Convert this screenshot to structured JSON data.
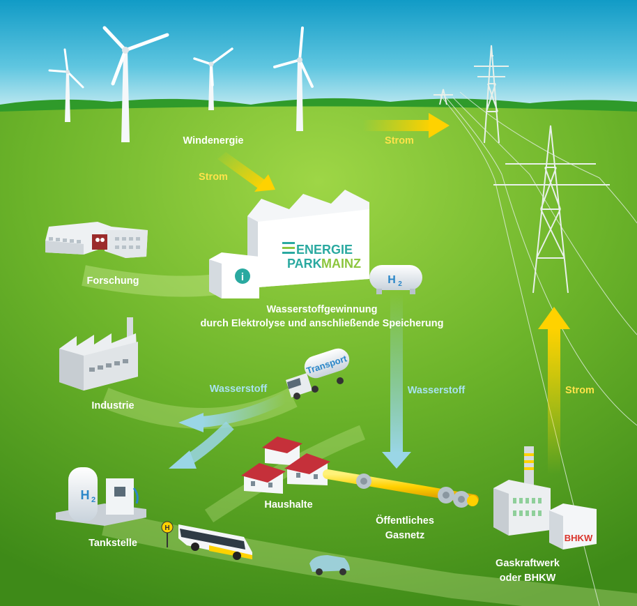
{
  "labels": {
    "windenergie": "Windenergie",
    "forschung": "Forschung",
    "wasserstoff_line1": "Wasserstoffgewinnung",
    "wasserstoff_line2": "durch Elektrolyse und anschließende Speicherung",
    "industrie": "Industrie",
    "tankstelle": "Tankstelle",
    "haushalte": "Haushalte",
    "gasnetz_line1": "Öffentliches",
    "gasnetz_line2": "Gasnetz",
    "kraftwerk_line1": "Gaskraftwerk",
    "kraftwerk_line2": "oder BHKW"
  },
  "flows": {
    "strom_wind": "Strom",
    "strom_grid": "Strom",
    "strom_up": "Strom",
    "wasserstoff_left": "Wasserstoff",
    "wasserstoff_down": "Wasserstoff"
  },
  "logo": {
    "line1": "ENERGIE",
    "line2_a": "PARK",
    "line2_b": "MAINZ"
  },
  "badges": {
    "h2_tank": "H",
    "h2_tank_sub": "2",
    "h2_station": "H",
    "h2_station_sub": "2",
    "info": "i",
    "transport": "Transport",
    "bhkw": "BHKW",
    "bus_stop": "H"
  },
  "colors": {
    "sky_top": "#1aa0c8",
    "grass": "#5aa320",
    "strom_arrow": "#ffd200",
    "wasserstoff_arrow": "#9ad6e6",
    "strom_text": "#ffe34a",
    "wasserstoff_text": "#a8e2f0",
    "logo_teal": "#2aa9a0"
  },
  "icons": [
    "wind-turbine-icon",
    "power-pylon-icon",
    "factory-icon",
    "research-building-icon",
    "hydrogen-tank-icon",
    "tanker-truck-icon",
    "fuel-station-icon",
    "houses-icon",
    "gas-pipe-icon",
    "power-plant-icon",
    "bus-icon",
    "car-icon"
  ]
}
